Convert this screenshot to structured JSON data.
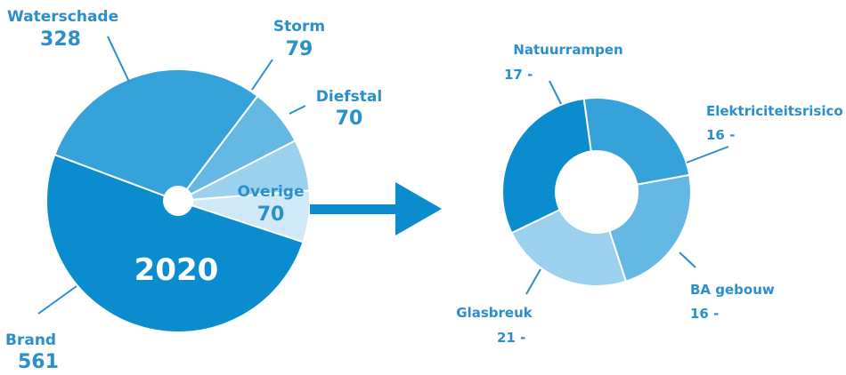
{
  "chart_data": [
    {
      "type": "pie",
      "center_label": "2020",
      "slices": [
        {
          "label": "Brand",
          "value": 561,
          "display": "561",
          "color": "#0a8ccf"
        },
        {
          "label": "Waterschade",
          "value": 328,
          "display": "328",
          "color": "#35a3da"
        },
        {
          "label": "Storm",
          "value": 79,
          "display": "79",
          "color": "#66b8e4"
        },
        {
          "label": "Diefstal",
          "value": 70,
          "display": "70",
          "color": "#9bd0ef"
        },
        {
          "label": "Overige",
          "value": 70,
          "display": "70",
          "color": "#cfe9f8"
        }
      ]
    },
    {
      "type": "pie",
      "slices": [
        {
          "label": "Natuurrampen",
          "value": 17,
          "display": "17 -",
          "color": "#35a3da"
        },
        {
          "label": "Elektriciteitsrisico",
          "value": 16,
          "display": "16 -",
          "color": "#66b8e4"
        },
        {
          "label": "BA gebouw",
          "value": 16,
          "display": "16 -",
          "color": "#9bd0ef"
        },
        {
          "label": "Glasbreuk",
          "value": 21,
          "display": "21 -",
          "color": "#0a8ccf"
        }
      ]
    }
  ],
  "colors": {
    "text": "#2a8fcc",
    "arrow": "#0a8ccf",
    "background": "#ffffff"
  }
}
